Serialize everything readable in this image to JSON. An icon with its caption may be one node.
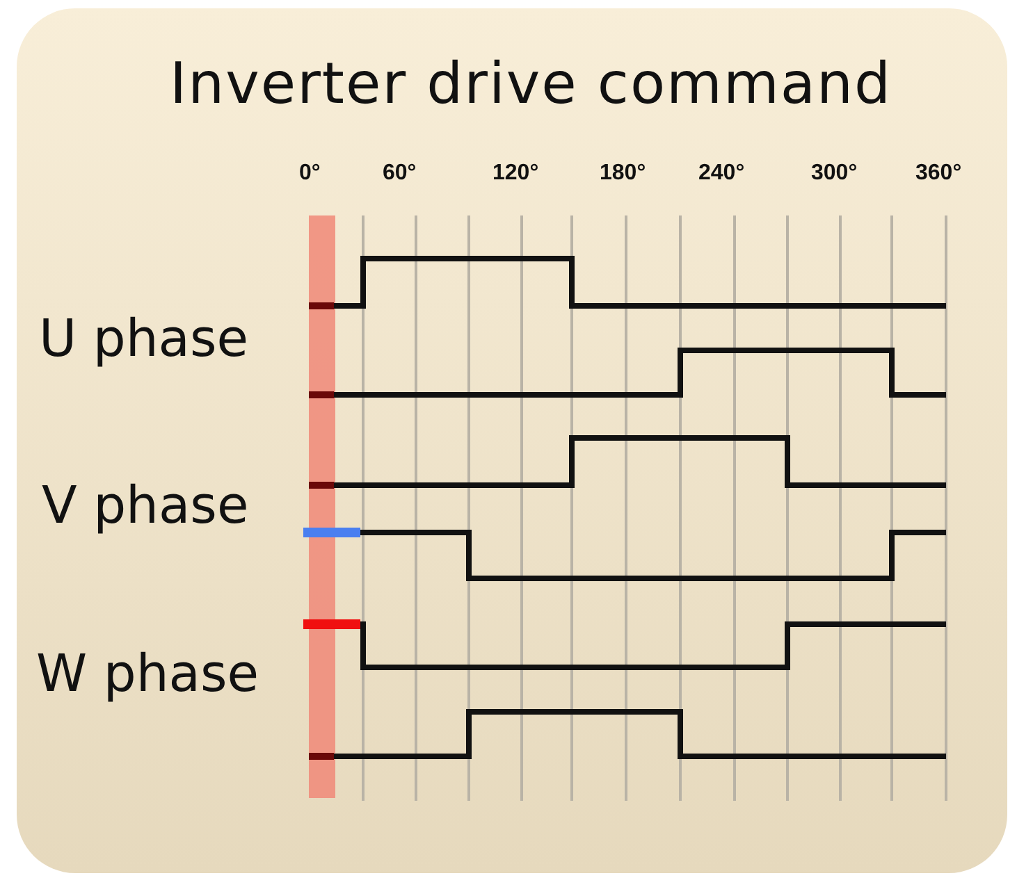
{
  "diagram": {
    "title": "Inverter drive command",
    "labels": [
      "0°",
      "60°",
      "120°",
      "180°",
      "240°",
      "300°",
      "360°",
      "U phase",
      "V phase",
      "W phase"
    ]
  }
}
